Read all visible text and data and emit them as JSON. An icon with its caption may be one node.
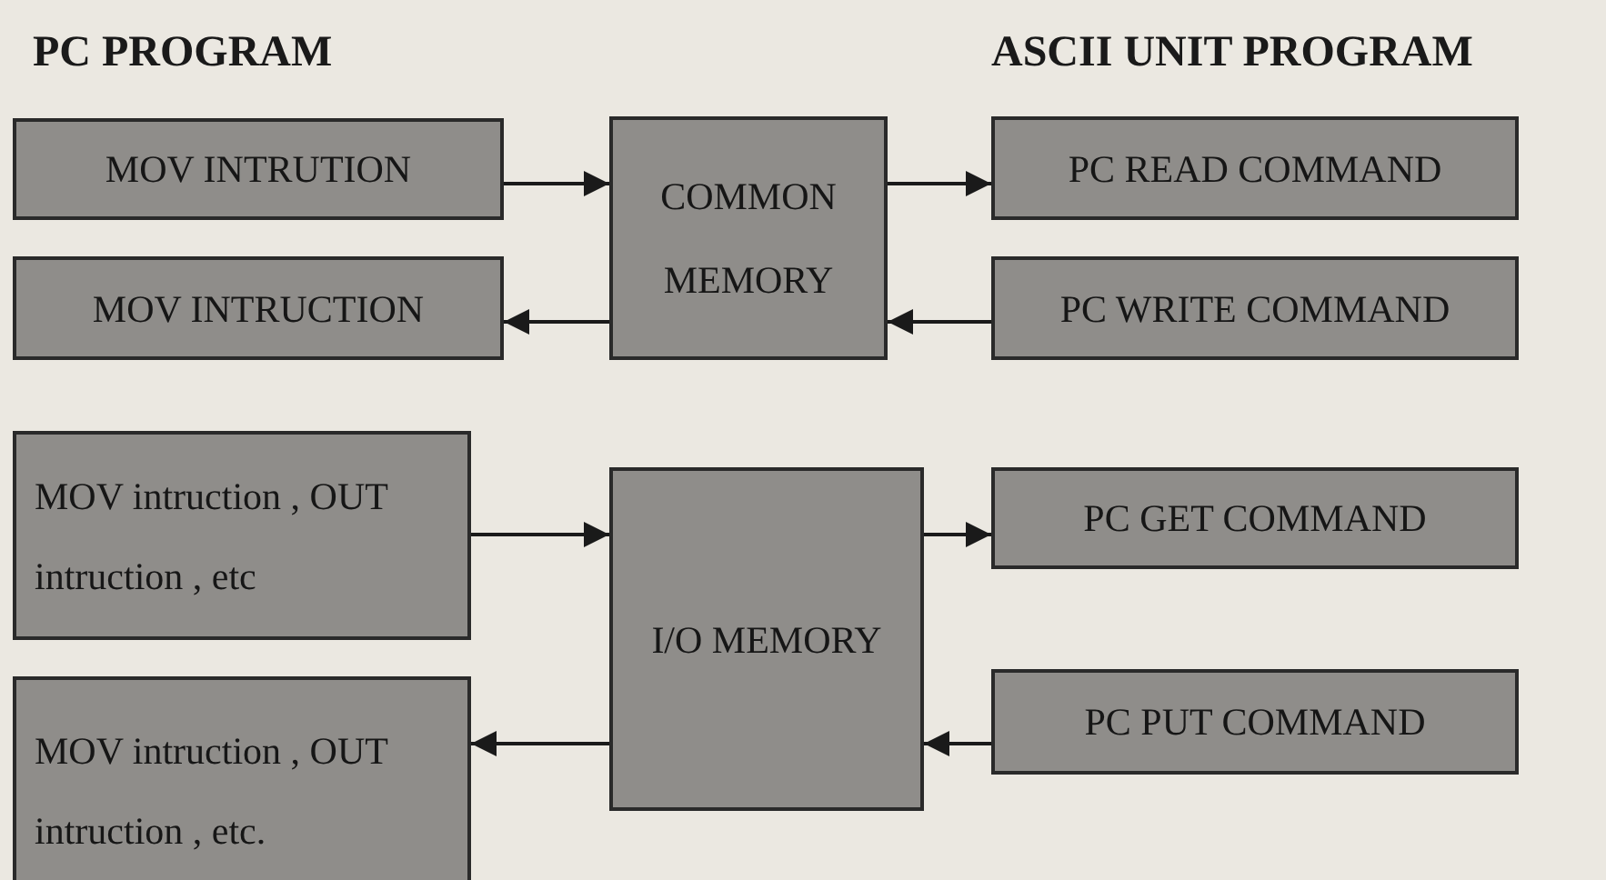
{
  "diagram": {
    "nodes": [
      {
        "text": [
          "MOV INTRUTION"
        ]
      },
      {
        "text": [
          "MOV INTRUCTION"
        ]
      },
      {
        "text": [
          "COMMON MEMORY"
        ]
      },
      {
        "text": [
          "PC READ COMMAND"
        ]
      },
      {
        "text": [
          "PC WRITE COMMAND"
        ]
      },
      {
        "text": [
          "MOV intruction , OUT intruction , etc"
        ]
      },
      {
        "text": [
          "MOV intruction , OUT intruction , etc."
        ]
      },
      {
        "text": [
          "I/O MEMORY"
        ]
      },
      {
        "text": [
          "PC GET COMMAND"
        ]
      },
      {
        "text": [
          "PC PUT COMMAND"
        ]
      }
    ],
    "edges": [
      {
        "from": 0,
        "to": 2,
        "arrow": "to"
      },
      {
        "from": 2,
        "to": 3,
        "arrow": "to"
      },
      {
        "from": 2,
        "to": 1,
        "arrow": "to"
      },
      {
        "from": 4,
        "to": 2,
        "arrow": "to"
      },
      {
        "from": 5,
        "to": 7,
        "arrow": "to"
      },
      {
        "from": 7,
        "to": 8,
        "arrow": "to"
      },
      {
        "from": 7,
        "to": 6,
        "arrow": "to"
      },
      {
        "from": 9,
        "to": 7,
        "arrow": "to"
      }
    ],
    "labels": [
      "PC PROGRAM",
      "ASCII UNIT PROGRAM"
    ]
  }
}
